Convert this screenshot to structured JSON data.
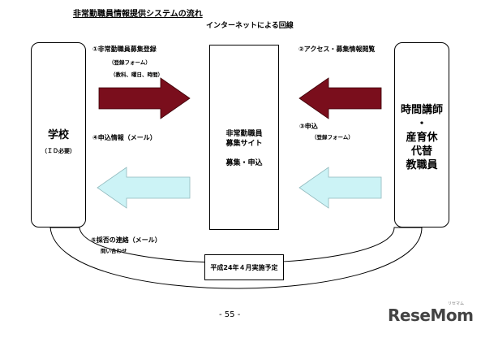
{
  "header": {
    "title": "非常勤職員情報提供システムの流れ",
    "subtitle": "インターネットによる回線"
  },
  "nodes": {
    "school": {
      "name": "学校",
      "note": "（ＩＤ必要）"
    },
    "site": {
      "line1": "非常勤職員",
      "line2": "募集サイト",
      "line3": "募集・申込"
    },
    "staff": {
      "line1": "時間講師",
      "line2": "・",
      "line3": "産育休",
      "line4": "代替",
      "line5": "教職員"
    },
    "plan": "平成24年４月実施予定"
  },
  "steps": {
    "s1": {
      "label": "①非常勤職員募集登録",
      "sub1": "（登録フォーム）",
      "sub2": "（教科、曜日、時間）"
    },
    "s2": {
      "label": "②アクセス・募集情報閲覧"
    },
    "s3": {
      "label": "③申込",
      "sub1": "（登録フォーム）"
    },
    "s4": {
      "label": "④申込情報（メール）"
    },
    "s5": {
      "label": "⑤採否の連絡（メール）",
      "sub1": "問い合わせ"
    }
  },
  "colors": {
    "dark_arrow": "#7a0e1c",
    "light_arrow": "#ccf3f6"
  },
  "footer": {
    "page_number": "- 55 -",
    "brand": "ReseMom",
    "brand_small": "リセマム"
  }
}
